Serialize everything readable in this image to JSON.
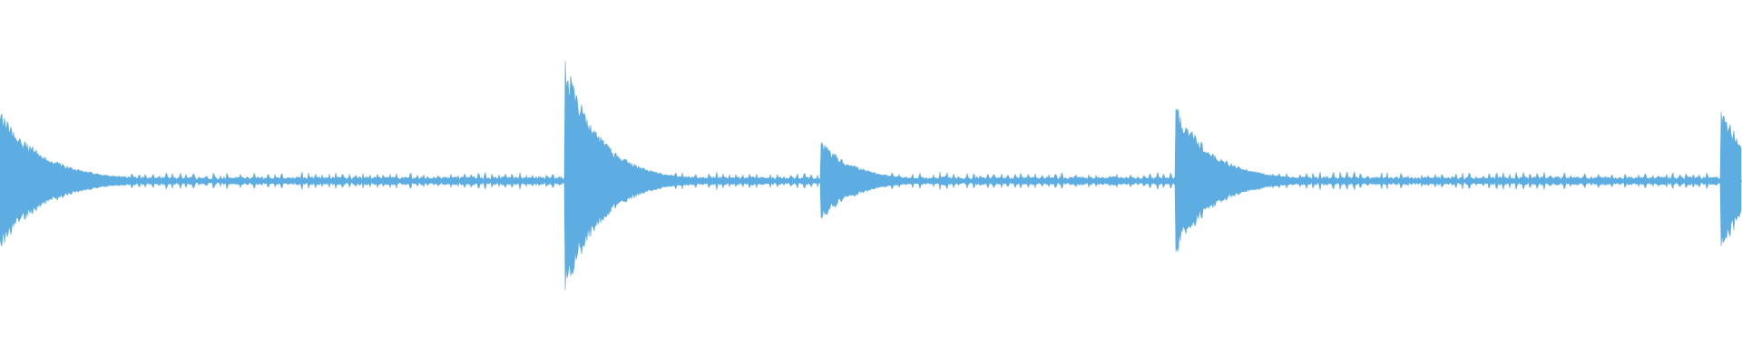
{
  "waveform": {
    "color": "#5dade2",
    "background": "#ffffff",
    "duration_fraction_onsets": [
      {
        "position": 0.0,
        "peak": 0.42,
        "decay": 0.025
      },
      {
        "position": 0.324,
        "peak": 0.74,
        "decay": 0.02
      },
      {
        "position": 0.471,
        "peak": 0.24,
        "decay": 0.02
      },
      {
        "position": 0.675,
        "peak": 0.44,
        "decay": 0.022
      },
      {
        "position": 0.988,
        "peak": 0.44,
        "decay": 0.02
      }
    ],
    "noise_floor": 0.025
  }
}
